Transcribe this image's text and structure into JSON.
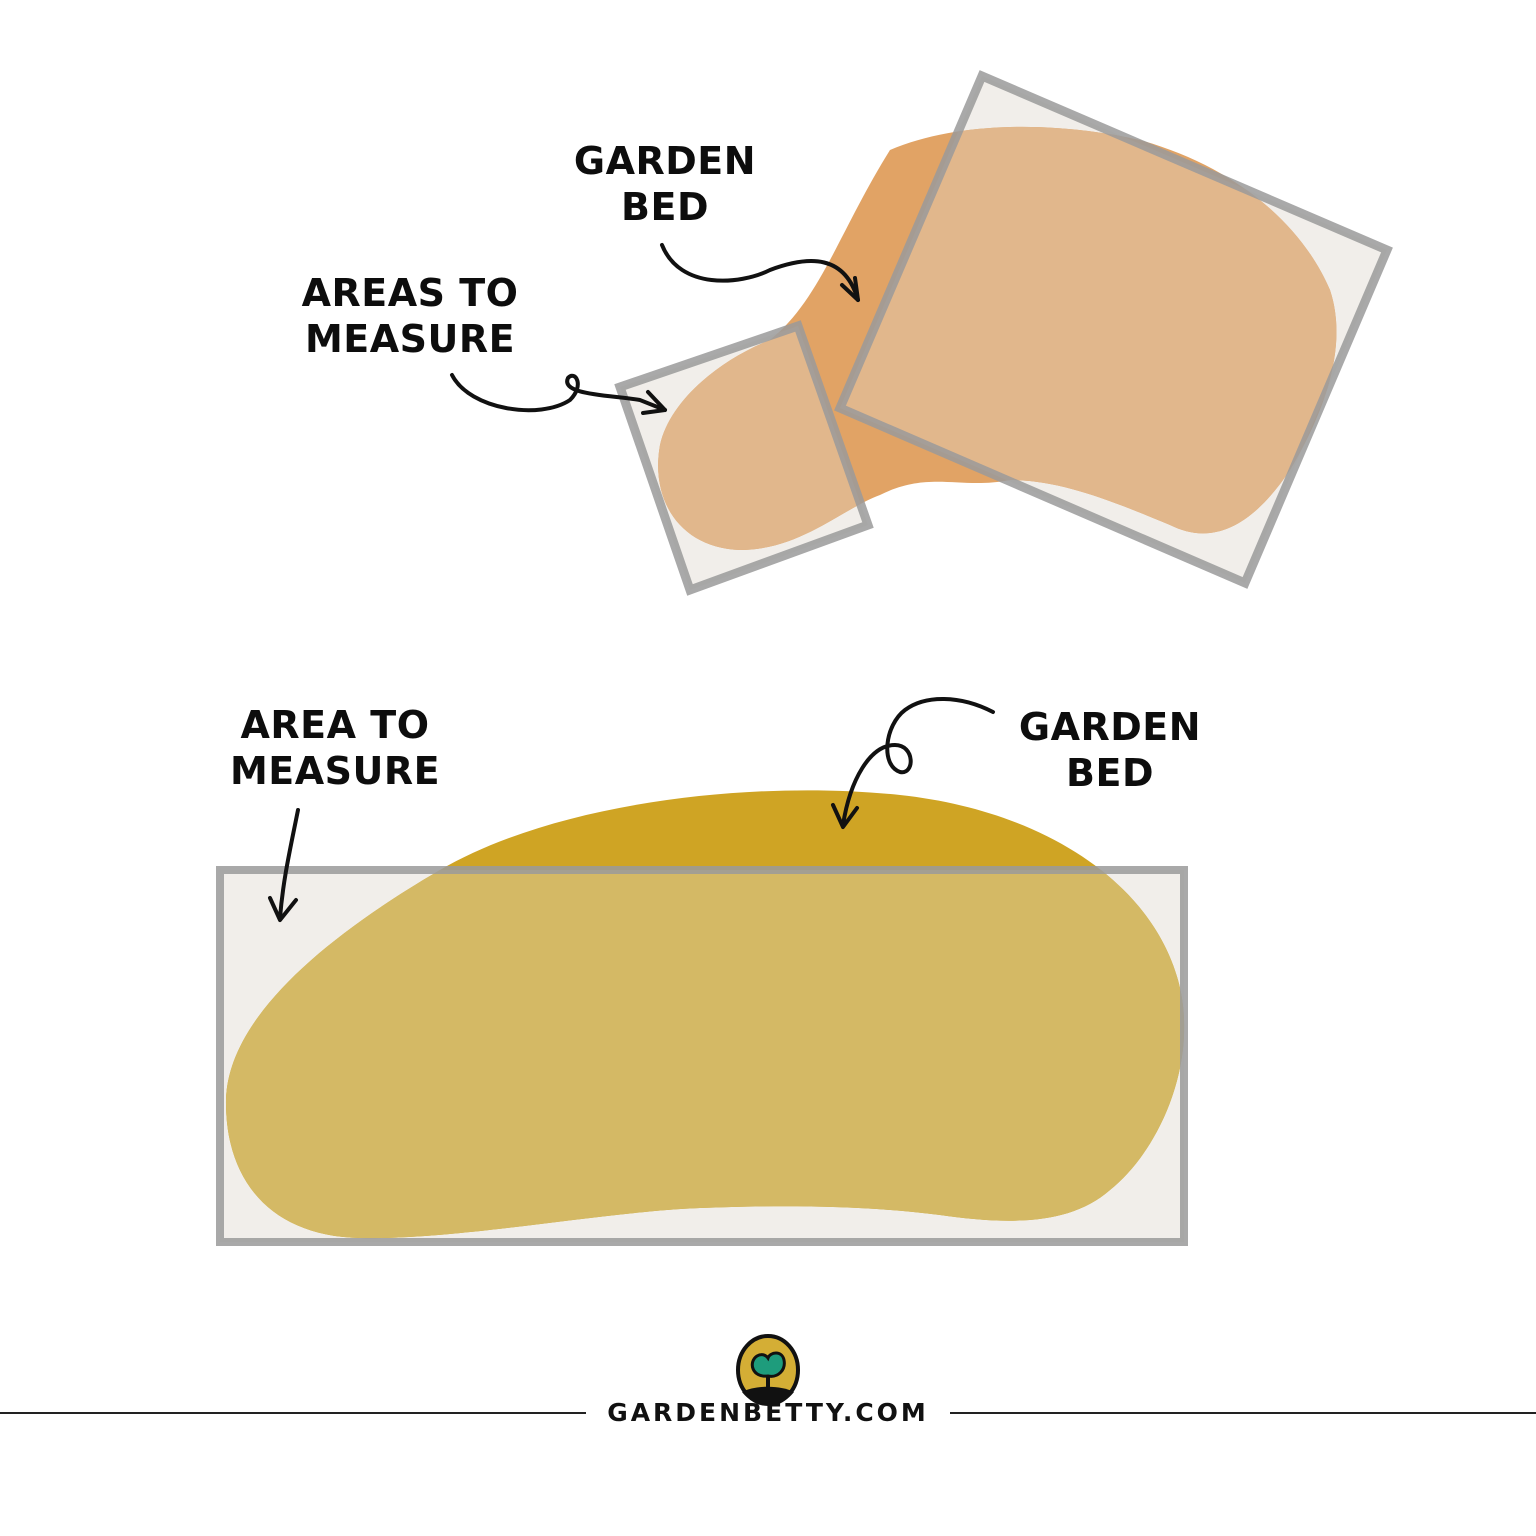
{
  "diagram": {
    "top": {
      "label_bed": "GARDEN\nBED",
      "label_bed_line1": "GARDEN",
      "label_bed_line2": "BED",
      "label_areas_line1": "AREAS TO",
      "label_areas_line2": "MEASURE"
    },
    "bottom": {
      "label_area_line1": "AREA TO",
      "label_area_line2": "MEASURE",
      "label_bed_line1": "GARDEN",
      "label_bed_line2": "BED"
    }
  },
  "footer": {
    "site": "GARDENBETTY.COM"
  },
  "colors": {
    "bed_top_dark": "#E1A365",
    "bed_top_light": "#E1B78C",
    "bed_bottom_dark": "#CFA424",
    "bed_bottom_light": "#D4B965",
    "box_fill": "#F1EEEA",
    "box_stroke": "#9A9A9A",
    "logo_gold": "#D4AE35",
    "logo_green": "#1E9C7C"
  }
}
